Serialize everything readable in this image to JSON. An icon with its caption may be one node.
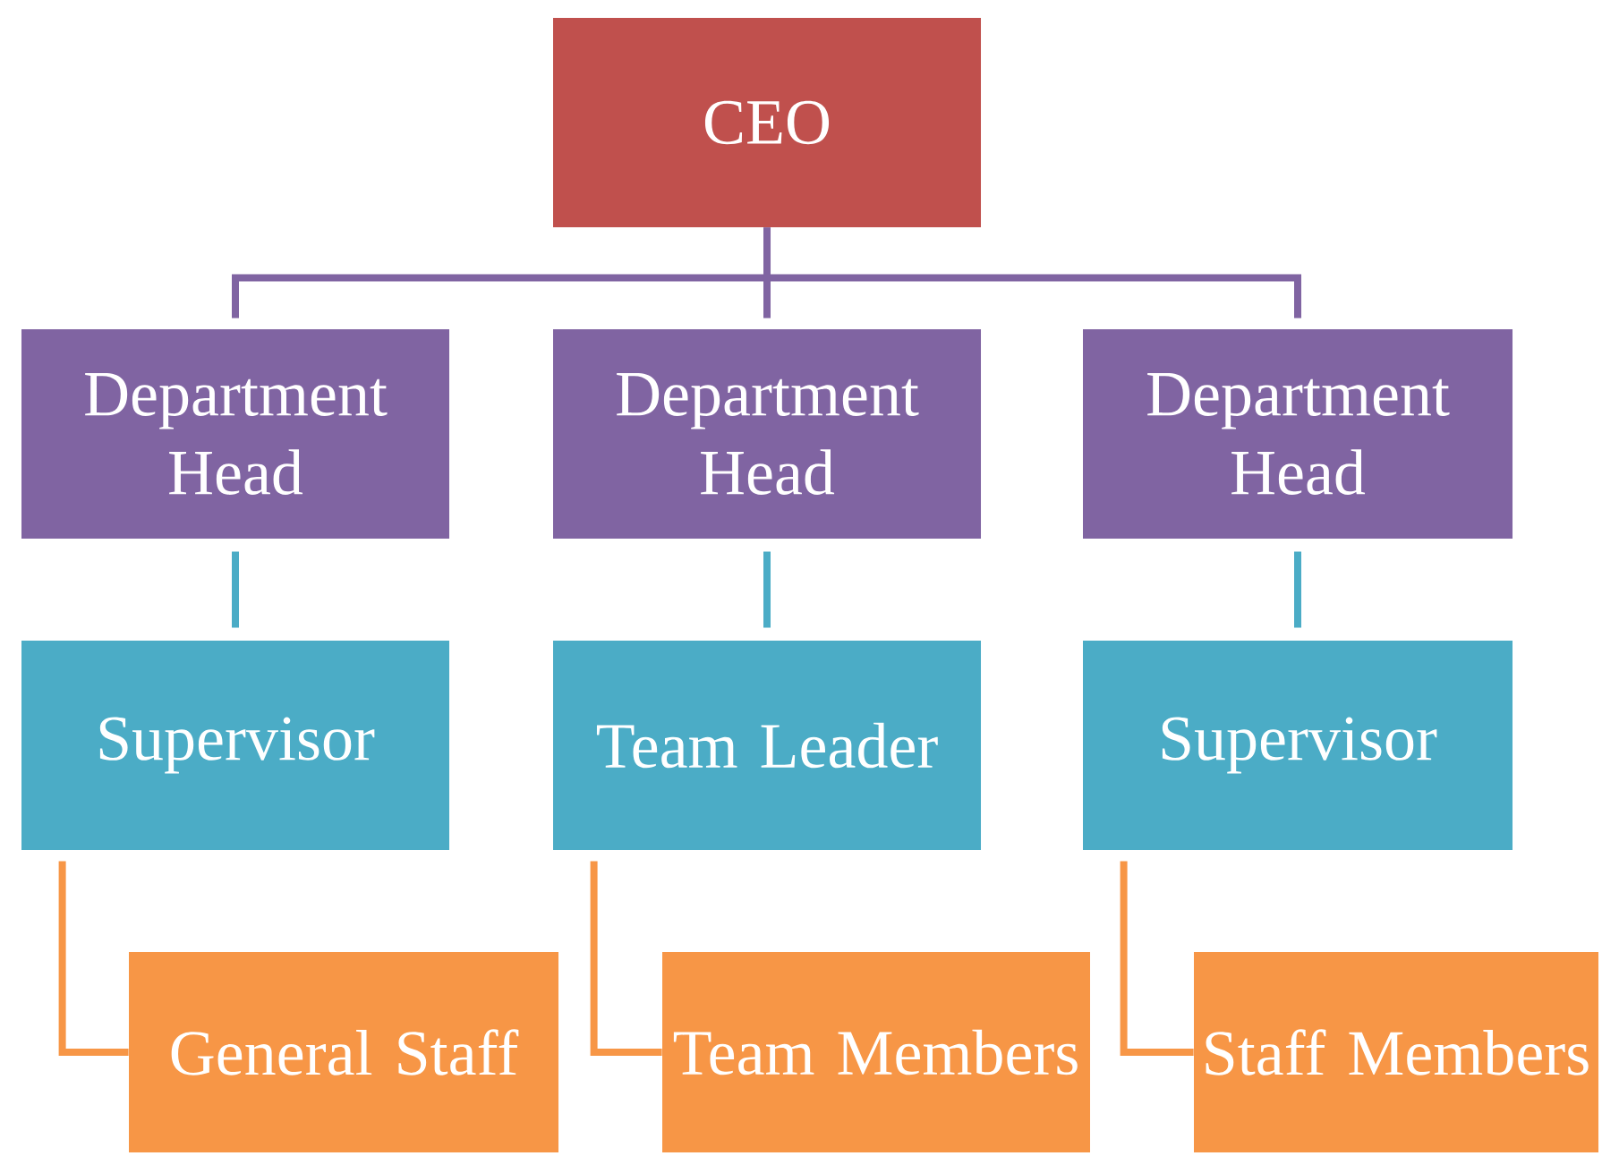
{
  "diagram": {
    "nodes": [
      {
        "text": [
          "CEO"
        ]
      },
      {
        "text": [
          "Department Head"
        ]
      },
      {
        "text": [
          "Department Head"
        ]
      },
      {
        "text": [
          "Department Head"
        ]
      },
      {
        "text": [
          "Supervisor"
        ]
      },
      {
        "text": [
          "Team Leader"
        ]
      },
      {
        "text": [
          "Supervisor"
        ]
      },
      {
        "text": [
          "General Staff"
        ]
      },
      {
        "text": [
          "Team Members"
        ]
      },
      {
        "text": [
          "Staff Members"
        ]
      }
    ],
    "edges": [
      {
        "from": 0,
        "to": 1,
        "arrow": "none",
        "color": "#8064a2"
      },
      {
        "from": 0,
        "to": 2,
        "arrow": "none",
        "color": "#8064a2"
      },
      {
        "from": 0,
        "to": 3,
        "arrow": "none",
        "color": "#8064a2"
      },
      {
        "from": 1,
        "to": 4,
        "arrow": "none",
        "color": "#4bacc6"
      },
      {
        "from": 2,
        "to": 5,
        "arrow": "none",
        "color": "#4bacc6"
      },
      {
        "from": 3,
        "to": 6,
        "arrow": "none",
        "color": "#4bacc6"
      },
      {
        "from": 4,
        "to": 7,
        "arrow": "none",
        "color": "#f79646"
      },
      {
        "from": 5,
        "to": 8,
        "arrow": "none",
        "color": "#f79646"
      },
      {
        "from": 6,
        "to": 9,
        "arrow": "none",
        "color": "#f79646"
      }
    ]
  }
}
